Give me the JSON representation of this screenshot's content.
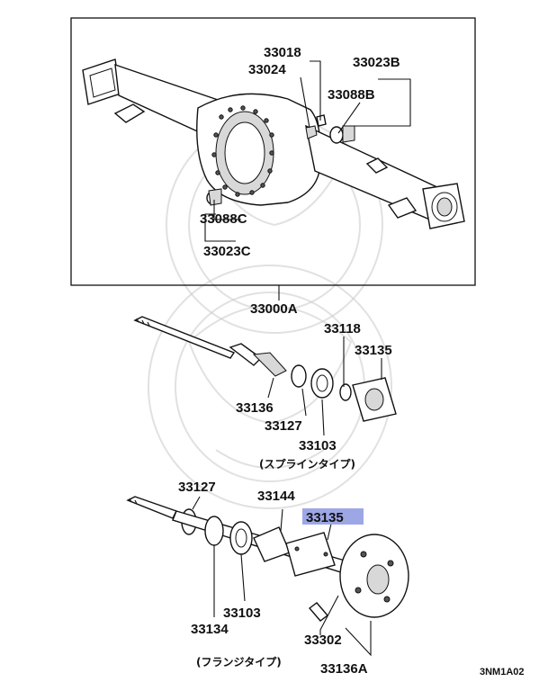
{
  "diagram": {
    "box_parts": {
      "p33018": "33018",
      "p33024": "33024",
      "p33023B": "33023B",
      "p33088B": "33088B",
      "p33088C": "33088C",
      "p33023C": "33023C"
    },
    "assembly_label": "33000A",
    "spline_type": {
      "p33118": "33118",
      "p33135": "33135",
      "p33136": "33136",
      "p33127": "33127",
      "p33103": "33103",
      "caption": "(スプラインタイプ)"
    },
    "flange_type": {
      "p33127": "33127",
      "p33144": "33144",
      "p33135": "33135",
      "p33103": "33103",
      "p33134": "33134",
      "p33302": "33302",
      "p33136A": "33136A",
      "caption": "(フランジタイプ)"
    },
    "diagram_code": "3NM1A02",
    "highlight_color": "#9da7e6"
  }
}
